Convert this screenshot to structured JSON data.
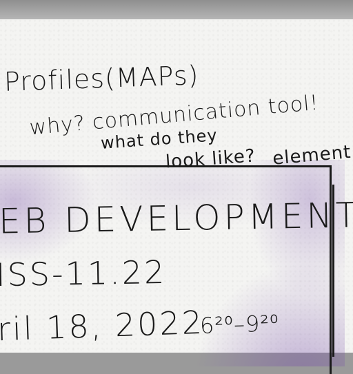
{
  "notes": {
    "line1": "Profiles(MAPs)",
    "line2": "why? communication tool!",
    "line3": "what do they",
    "line4": "look like?",
    "line5": "element descrip"
  },
  "card": {
    "title": "EB DEVELOPMENT",
    "code": "ISS-11.22",
    "date": "ril 18, 2022",
    "time": "6²⁰–9²⁰"
  },
  "colors": {
    "ink": "#1a1a1a",
    "paper": "#f4f4f2",
    "wash": "#7850aa"
  }
}
